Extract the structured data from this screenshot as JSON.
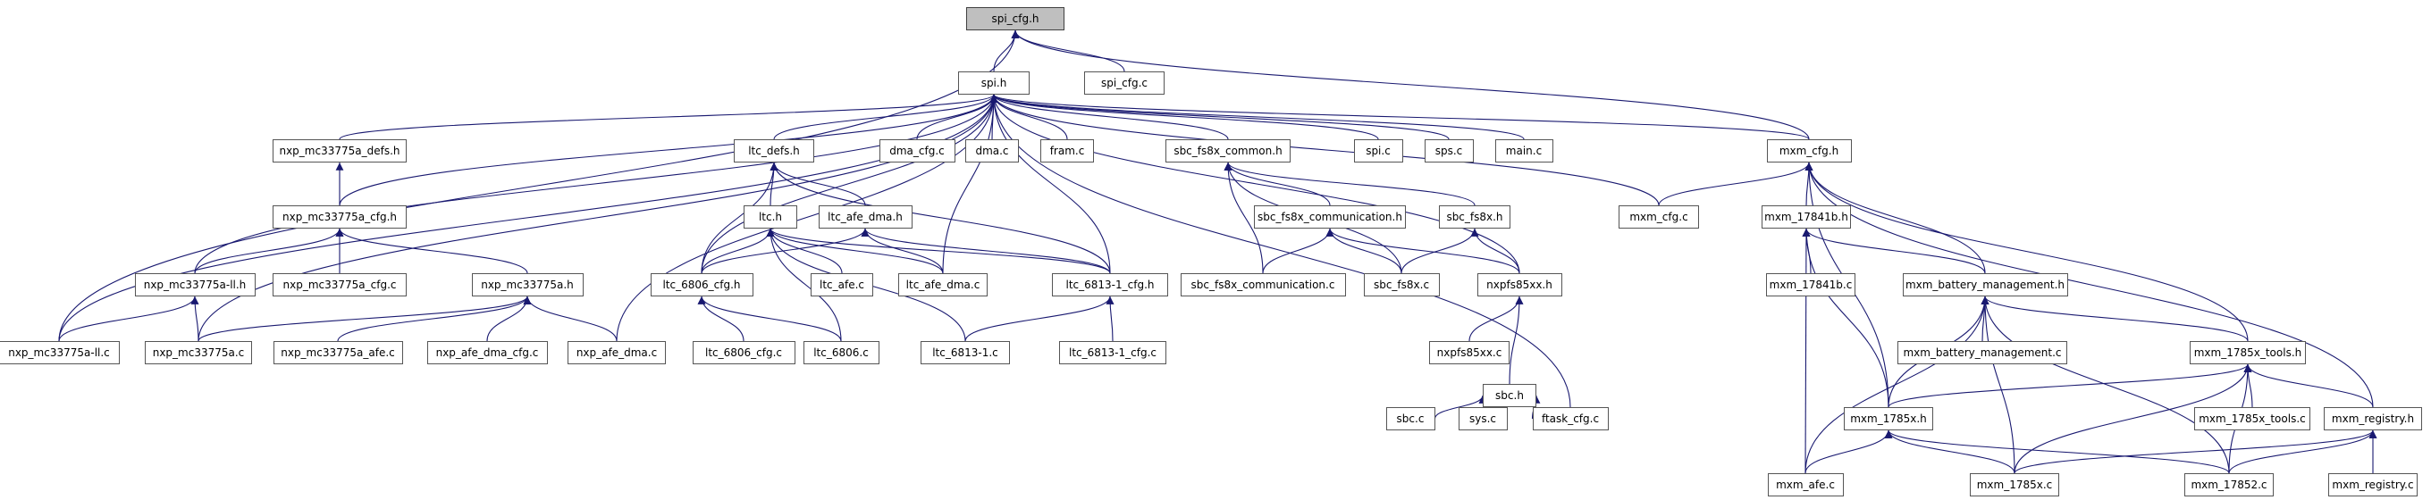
{
  "diagram": {
    "type": "include-dependency-graph",
    "colors": {
      "edge": "#191970",
      "node_border": "#555555",
      "root_fill": "#bfbfbf"
    },
    "nodes": [
      {
        "id": "spi_cfg_h",
        "label": "spi_cfg.h",
        "root": true
      },
      {
        "id": "spi_h",
        "label": "spi.h"
      },
      {
        "id": "spi_cfg_c",
        "label": "spi_cfg.c"
      },
      {
        "id": "nxp_mc33775a_defs_h",
        "label": "nxp_mc33775a_defs.h"
      },
      {
        "id": "nxp_mc33775a_cfg_h",
        "label": "nxp_mc33775a_cfg.h"
      },
      {
        "id": "nxp_mc33775a_ll_h",
        "label": "nxp_mc33775a-ll.h"
      },
      {
        "id": "nxp_mc33775a_cfg_c",
        "label": "nxp_mc33775a_cfg.c"
      },
      {
        "id": "nxp_mc33775a_h",
        "label": "nxp_mc33775a.h"
      },
      {
        "id": "nxp_mc33775a_ll_c",
        "label": "nxp_mc33775a-ll.c"
      },
      {
        "id": "nxp_mc33775a_c",
        "label": "nxp_mc33775a.c"
      },
      {
        "id": "nxp_mc33775a_afe_c",
        "label": "nxp_mc33775a_afe.c"
      },
      {
        "id": "nxp_afe_dma_cfg_c",
        "label": "nxp_afe_dma_cfg.c"
      },
      {
        "id": "nxp_afe_dma_c",
        "label": "nxp_afe_dma.c"
      },
      {
        "id": "ltc_defs_h",
        "label": "ltc_defs.h"
      },
      {
        "id": "ltc_h",
        "label": "ltc.h"
      },
      {
        "id": "ltc_afe_dma_h",
        "label": "ltc_afe_dma.h"
      },
      {
        "id": "ltc_6806_cfg_h",
        "label": "ltc_6806_cfg.h"
      },
      {
        "id": "ltc_afe_c",
        "label": "ltc_afe.c"
      },
      {
        "id": "ltc_afe_dma_c",
        "label": "ltc_afe_dma.c"
      },
      {
        "id": "ltc_6813_1_cfg_h",
        "label": "ltc_6813-1_cfg.h"
      },
      {
        "id": "ltc_6806_cfg_c",
        "label": "ltc_6806_cfg.c"
      },
      {
        "id": "ltc_6806_c",
        "label": "ltc_6806.c"
      },
      {
        "id": "ltc_6813_1_c",
        "label": "ltc_6813-1.c"
      },
      {
        "id": "ltc_6813_1_cfg_c",
        "label": "ltc_6813-1_cfg.c"
      },
      {
        "id": "dma_cfg_c",
        "label": "dma_cfg.c"
      },
      {
        "id": "dma_c",
        "label": "dma.c"
      },
      {
        "id": "fram_c",
        "label": "fram.c"
      },
      {
        "id": "sbc_fs8x_common_h",
        "label": "sbc_fs8x_common.h"
      },
      {
        "id": "sbc_fs8x_communication_h",
        "label": "sbc_fs8x_communication.h"
      },
      {
        "id": "sbc_fs8x_h",
        "label": "sbc_fs8x.h"
      },
      {
        "id": "sbc_fs8x_communication_c",
        "label": "sbc_fs8x_communication.c"
      },
      {
        "id": "sbc_fs8x_c",
        "label": "sbc_fs8x.c"
      },
      {
        "id": "nxpfs85xx_h",
        "label": "nxpfs85xx.h"
      },
      {
        "id": "nxpfs85xx_c",
        "label": "nxpfs85xx.c"
      },
      {
        "id": "sbc_h",
        "label": "sbc.h"
      },
      {
        "id": "sbc_c",
        "label": "sbc.c"
      },
      {
        "id": "sys_c",
        "label": "sys.c"
      },
      {
        "id": "ftask_cfg_c",
        "label": "ftask_cfg.c"
      },
      {
        "id": "spi_c",
        "label": "spi.c"
      },
      {
        "id": "sps_c",
        "label": "sps.c"
      },
      {
        "id": "main_c",
        "label": "main.c"
      },
      {
        "id": "mxm_cfg_h",
        "label": "mxm_cfg.h"
      },
      {
        "id": "mxm_cfg_c",
        "label": "mxm_cfg.c"
      },
      {
        "id": "mxm_17841b_h",
        "label": "mxm_17841b.h"
      },
      {
        "id": "mxm_17841b_c",
        "label": "mxm_17841b.c"
      },
      {
        "id": "mxm_battery_management_h",
        "label": "mxm_battery_management.h"
      },
      {
        "id": "mxm_battery_management_c",
        "label": "mxm_battery_management.c"
      },
      {
        "id": "mxm_1785x_tools_h",
        "label": "mxm_1785x_tools.h"
      },
      {
        "id": "mxm_1785x_h",
        "label": "mxm_1785x.h"
      },
      {
        "id": "mxm_1785x_tools_c",
        "label": "mxm_1785x_tools.c"
      },
      {
        "id": "mxm_registry_h",
        "label": "mxm_registry.h"
      },
      {
        "id": "mxm_afe_c",
        "label": "mxm_afe.c"
      },
      {
        "id": "mxm_1785x_c",
        "label": "mxm_1785x.c"
      },
      {
        "id": "mxm_17852_c",
        "label": "mxm_17852.c"
      },
      {
        "id": "mxm_registry_c",
        "label": "mxm_registry.c"
      }
    ],
    "edges": [
      [
        "spi_h",
        "spi_cfg_h"
      ],
      [
        "spi_cfg_c",
        "spi_cfg_h"
      ],
      [
        "nxp_mc33775a_ll_c",
        "spi_cfg_h"
      ],
      [
        "mxm_cfg_h",
        "spi_cfg_h"
      ],
      [
        "nxp_mc33775a_defs_h",
        "spi_h"
      ],
      [
        "nxp_mc33775a_cfg_h",
        "spi_h"
      ],
      [
        "nxp_mc33775a_ll_h",
        "spi_h"
      ],
      [
        "nxp_mc33775a_ll_c",
        "spi_h"
      ],
      [
        "nxp_mc33775a_c",
        "spi_h"
      ],
      [
        "nxp_afe_dma_c",
        "spi_h"
      ],
      [
        "ltc_defs_h",
        "spi_h"
      ],
      [
        "ltc_6806_cfg_h",
        "spi_h"
      ],
      [
        "ltc_afe_dma_c",
        "spi_h"
      ],
      [
        "ltc_6813_1_cfg_h",
        "spi_h"
      ],
      [
        "dma_cfg_c",
        "spi_h"
      ],
      [
        "dma_c",
        "spi_h"
      ],
      [
        "fram_c",
        "spi_h"
      ],
      [
        "sbc_fs8x_common_h",
        "spi_h"
      ],
      [
        "nxpfs85xx_h",
        "spi_h"
      ],
      [
        "spi_c",
        "spi_h"
      ],
      [
        "sps_c",
        "spi_h"
      ],
      [
        "main_c",
        "spi_h"
      ],
      [
        "ftask_cfg_c",
        "spi_h"
      ],
      [
        "mxm_cfg_h",
        "spi_h"
      ],
      [
        "mxm_cfg_c",
        "spi_h"
      ],
      [
        "nxp_mc33775a_cfg_h",
        "nxp_mc33775a_defs_h"
      ],
      [
        "nxp_mc33775a_ll_h",
        "nxp_mc33775a_cfg_h"
      ],
      [
        "nxp_mc33775a_cfg_c",
        "nxp_mc33775a_cfg_h"
      ],
      [
        "nxp_mc33775a_h",
        "nxp_mc33775a_cfg_h"
      ],
      [
        "nxp_mc33775a_ll_c",
        "nxp_mc33775a_ll_h"
      ],
      [
        "nxp_mc33775a_c",
        "nxp_mc33775a_ll_h"
      ],
      [
        "nxp_mc33775a_c",
        "nxp_mc33775a_h"
      ],
      [
        "nxp_mc33775a_afe_c",
        "nxp_mc33775a_h"
      ],
      [
        "nxp_afe_dma_cfg_c",
        "nxp_mc33775a_h"
      ],
      [
        "nxp_afe_dma_c",
        "nxp_mc33775a_h"
      ],
      [
        "ltc_h",
        "ltc_defs_h"
      ],
      [
        "ltc_afe_dma_h",
        "ltc_defs_h"
      ],
      [
        "ltc_6806_cfg_h",
        "ltc_defs_h"
      ],
      [
        "ltc_6813_1_cfg_h",
        "ltc_defs_h"
      ],
      [
        "ltc_6806_cfg_h",
        "ltc_h"
      ],
      [
        "ltc_afe_c",
        "ltc_h"
      ],
      [
        "ltc_afe_dma_c",
        "ltc_h"
      ],
      [
        "ltc_6813_1_cfg_h",
        "ltc_h"
      ],
      [
        "ltc_6806_c",
        "ltc_h"
      ],
      [
        "ltc_6813_1_c",
        "ltc_h"
      ],
      [
        "ltc_6806_cfg_h",
        "ltc_afe_dma_h"
      ],
      [
        "ltc_afe_dma_c",
        "ltc_afe_dma_h"
      ],
      [
        "ltc_6813_1_cfg_h",
        "ltc_afe_dma_h"
      ],
      [
        "ltc_6806_cfg_c",
        "ltc_6806_cfg_h"
      ],
      [
        "ltc_6806_c",
        "ltc_6806_cfg_h"
      ],
      [
        "ltc_6813_1_c",
        "ltc_6813_1_cfg_h"
      ],
      [
        "ltc_6813_1_cfg_c",
        "ltc_6813_1_cfg_h"
      ],
      [
        "sbc_fs8x_communication_h",
        "sbc_fs8x_common_h"
      ],
      [
        "sbc_fs8x_h",
        "sbc_fs8x_common_h"
      ],
      [
        "sbc_fs8x_communication_c",
        "sbc_fs8x_common_h"
      ],
      [
        "sbc_fs8x_c",
        "sbc_fs8x_common_h"
      ],
      [
        "sbc_fs8x_communication_c",
        "sbc_fs8x_communication_h"
      ],
      [
        "sbc_fs8x_c",
        "sbc_fs8x_communication_h"
      ],
      [
        "nxpfs85xx_h",
        "sbc_fs8x_communication_h"
      ],
      [
        "sbc_fs8x_c",
        "sbc_fs8x_h"
      ],
      [
        "nxpfs85xx_h",
        "sbc_fs8x_h"
      ],
      [
        "nxpfs85xx_c",
        "nxpfs85xx_h"
      ],
      [
        "sbc_h",
        "nxpfs85xx_h"
      ],
      [
        "sbc_c",
        "sbc_h"
      ],
      [
        "sys_c",
        "sbc_h"
      ],
      [
        "ftask_cfg_c",
        "sbc_h"
      ],
      [
        "mxm_cfg_c",
        "mxm_cfg_h"
      ],
      [
        "mxm_17841b_h",
        "mxm_cfg_h"
      ],
      [
        "mxm_battery_management_h",
        "mxm_cfg_h"
      ],
      [
        "mxm_1785x_tools_h",
        "mxm_cfg_h"
      ],
      [
        "mxm_1785x_h",
        "mxm_cfg_h"
      ],
      [
        "mxm_registry_h",
        "mxm_cfg_h"
      ],
      [
        "mxm_17841b_c",
        "mxm_17841b_h"
      ],
      [
        "mxm_battery_management_h",
        "mxm_17841b_h"
      ],
      [
        "mxm_1785x_h",
        "mxm_17841b_h"
      ],
      [
        "mxm_afe_c",
        "mxm_17841b_h"
      ],
      [
        "mxm_battery_management_c",
        "mxm_battery_management_h"
      ],
      [
        "mxm_1785x_tools_h",
        "mxm_battery_management_h"
      ],
      [
        "mxm_1785x_h",
        "mxm_battery_management_h"
      ],
      [
        "mxm_afe_c",
        "mxm_battery_management_h"
      ],
      [
        "mxm_1785x_c",
        "mxm_battery_management_h"
      ],
      [
        "mxm_17852_c",
        "mxm_battery_management_h"
      ],
      [
        "mxm_1785x_h",
        "mxm_1785x_tools_h"
      ],
      [
        "mxm_1785x_tools_c",
        "mxm_1785x_tools_h"
      ],
      [
        "mxm_registry_h",
        "mxm_1785x_tools_h"
      ],
      [
        "mxm_1785x_c",
        "mxm_1785x_tools_h"
      ],
      [
        "mxm_17852_c",
        "mxm_1785x_tools_h"
      ],
      [
        "mxm_afe_c",
        "mxm_1785x_h"
      ],
      [
        "mxm_1785x_c",
        "mxm_1785x_h"
      ],
      [
        "mxm_17852_c",
        "mxm_1785x_h"
      ],
      [
        "mxm_1785x_c",
        "mxm_registry_h"
      ],
      [
        "mxm_17852_c",
        "mxm_registry_h"
      ],
      [
        "mxm_registry_c",
        "mxm_registry_h"
      ]
    ]
  }
}
